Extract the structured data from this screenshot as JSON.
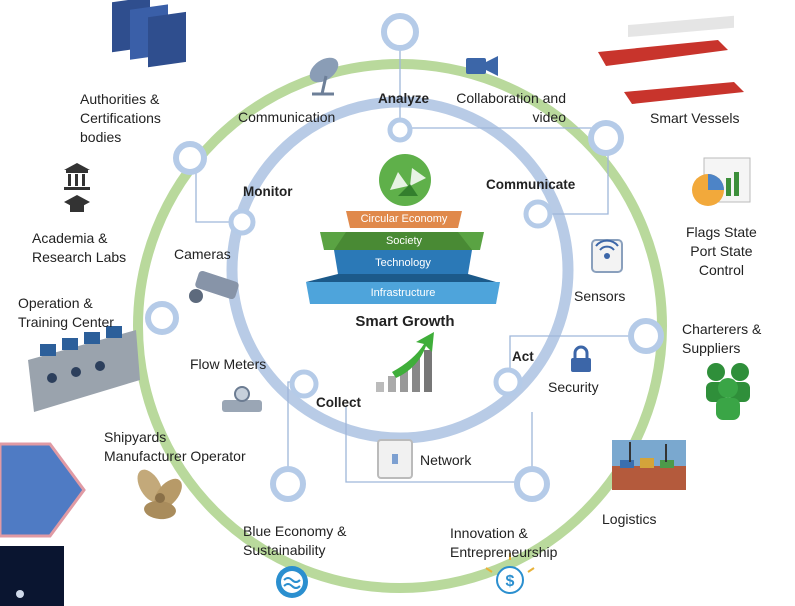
{
  "center": {
    "title": "Smart Growth",
    "pyramid": [
      "Circular Economy",
      "Society",
      "Technology",
      "Infrastructure"
    ]
  },
  "cycle": [
    "Analyze",
    "Communicate",
    "Act",
    "Collect",
    "Monitor"
  ],
  "inner_nodes": [
    "Communication",
    "Collaboration and\nvideo",
    "Cameras",
    "Sensors",
    "Security",
    "Flow Meters",
    "Network"
  ],
  "stakeholders": [
    "Authorities &\nCertifications\nbodies",
    "Smart Vessels",
    "Academia &\nResearch Labs",
    "Flags State\nPort State\nControl",
    "Operation &\nTraining Center",
    "Charterers &\nSuppliers",
    "Shipyards\nManufacturer Operator",
    "Logistics",
    "Blue Economy &\nSustainability",
    "Innovation &\nEntrepreneurship"
  ],
  "colors": {
    "outer_ring": "#9cc879",
    "inner_ring": "#a9bfe0",
    "node": "#b5cbe8",
    "pyramid": [
      "#e0894b",
      "#5aa343",
      "#2b79b7",
      "#4ea4db"
    ],
    "arrow": "#4f7bc4"
  }
}
